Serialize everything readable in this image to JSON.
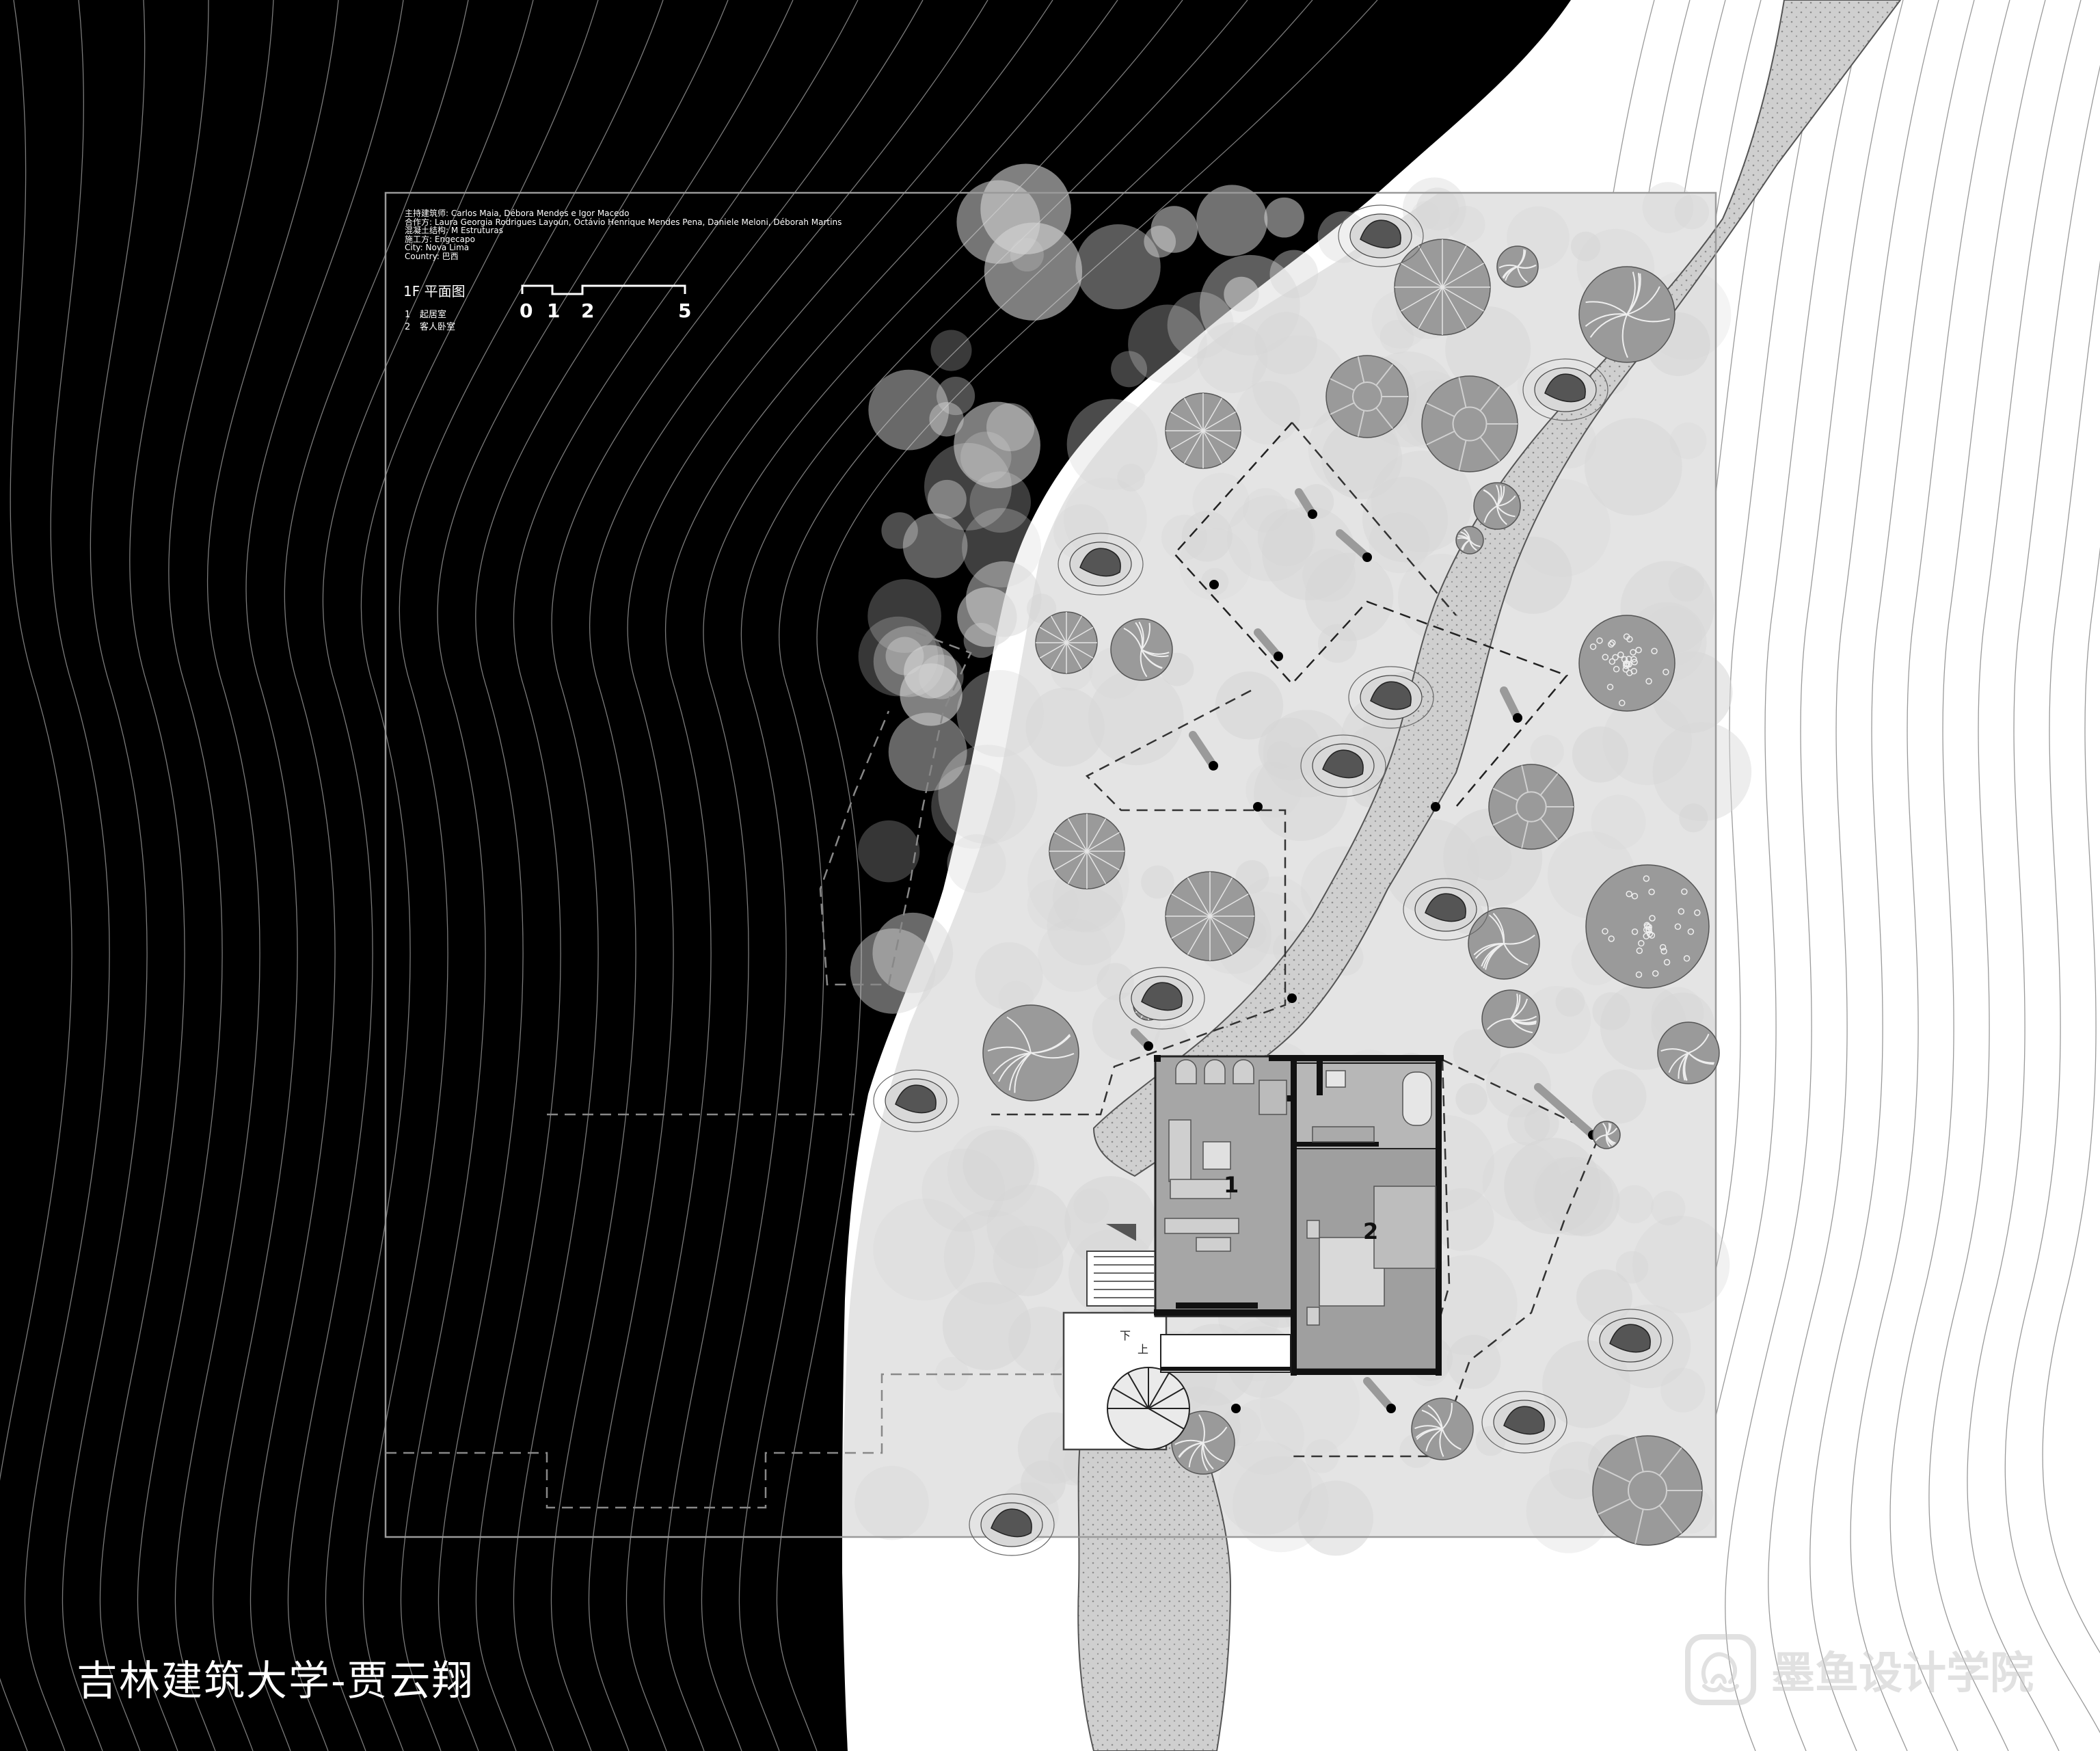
{
  "project_info": {
    "lead_architects": "主持建筑师: Carlos Maia, Débora Mendes e Igor Macedo",
    "collaborators": "合作方: Laura Georgia Rodrigues Layoun, Octávio Henrique Mendes Pena, Daniele Meloni, Déborah Martins",
    "structure": "混凝土结构: M Estruturas",
    "contractor": "施工方: Engecapo",
    "city": "City: Nova Lima",
    "country": "Country: 巴西"
  },
  "plan": {
    "title": "1F  平面图",
    "legend": [
      {
        "num": "1",
        "label": "起居室"
      },
      {
        "num": "2",
        "label": "客人卧室"
      }
    ],
    "scale_ticks": [
      "0",
      "1",
      "2",
      "5"
    ],
    "room_labels": [
      "1",
      "2"
    ],
    "stair_down": "下",
    "stair_up": "上"
  },
  "credit": "吉林建筑大学-贾云翔",
  "watermark": {
    "text": "墨鱼设计学院",
    "logo": "octopus-logo-icon"
  },
  "colors": {
    "background": "#ffffff",
    "terrain_dark": "#000000",
    "site_fill": "#e4e4e4",
    "building_fill": "#a6a6a6",
    "path_fill": "#c9c9c9",
    "tree_fill": "#9a9a9a"
  }
}
